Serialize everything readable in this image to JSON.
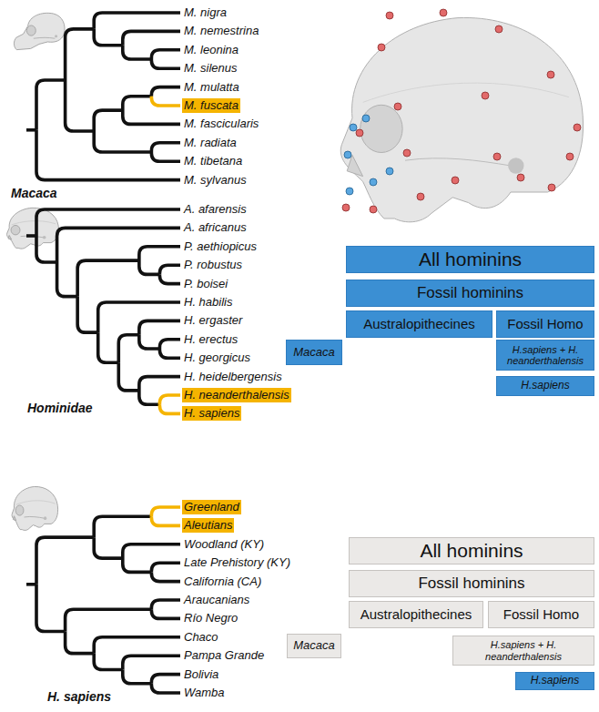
{
  "diagram": {
    "nodes": [
      {
        "text": [
          "M. fuscata"
        ]
      },
      {
        "text": [
          "H. neanderthalensis"
        ]
      },
      {
        "text": [
          "H. sapiens"
        ]
      },
      {
        "text": [
          "Greenland"
        ]
      },
      {
        "text": [
          "Aleutians"
        ]
      },
      {
        "text": [
          "All hominins"
        ]
      },
      {
        "text": [
          "Fossil hominins"
        ]
      },
      {
        "text": [
          "Australopithecines"
        ]
      },
      {
        "text": [
          "Fossil Homo"
        ]
      },
      {
        "text": [
          "Macaca"
        ]
      },
      {
        "text": [
          "H.sapiens + H. neanderthalensis"
        ]
      },
      {
        "text": [
          "H.sapiens"
        ]
      },
      {
        "text": [
          "All hominins"
        ]
      },
      {
        "text": [
          "Fossil hominins"
        ]
      },
      {
        "text": [
          "Australopithecines"
        ]
      },
      {
        "text": [
          "Fossil Homo"
        ]
      },
      {
        "text": [
          "Macaca"
        ]
      },
      {
        "text": [
          "H.sapiens + H. neanderthalensis"
        ]
      },
      {
        "text": [
          "H.sapiens"
        ]
      }
    ],
    "labels": [
      "M. nigra",
      "M. nemestrina",
      "M. leonina",
      "M. silenus",
      "M. mulatta",
      "M. fascicularis",
      "M. radiata",
      "M. tibetana",
      "M. sylvanus",
      "Macaca",
      "A. afarensis",
      "A. africanus",
      "P. aethiopicus",
      "P. robustus",
      "P. boisei",
      "H. habilis",
      "H. ergaster",
      "H. erectus",
      "H. georgicus",
      "H. heidelbergensis",
      "Hominidae",
      "Woodland (KY)",
      "Late Prehistory (KY)",
      "California (CA)",
      "Araucanians",
      "Río Negro",
      "Chaco",
      "Pampa Grande",
      "Bolivia",
      "Wamba",
      "H. sapiens"
    ]
  }
}
